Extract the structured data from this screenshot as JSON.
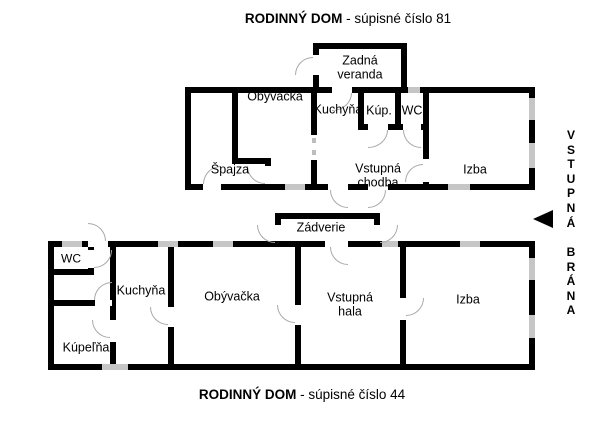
{
  "title_top": {
    "bold": "RODINNÝ DOM",
    "rest": " - súpisné číslo 81"
  },
  "title_bottom": {
    "bold": "RODINNÝ DOM",
    "rest": " - súpisné číslo 44"
  },
  "gate": {
    "line1": "V\nS\nT\nU\nP\nN\nÁ",
    "line2": "B\nR\nÁ\nN\nA"
  },
  "house81": {
    "rooms": {
      "veranda": "Zadná\nveranda",
      "obyvacka": "Obývačka",
      "spajza": "Špajza",
      "kuchyna": "Kuchyňa",
      "kupelna": "Kúp.",
      "wc": "WC",
      "chodba": "Vstupná\nchodba",
      "izba": "Izba"
    }
  },
  "house44": {
    "rooms": {
      "zadverie": "Zádverie",
      "wc": "WC",
      "kupelna": "Kúpeľňa",
      "kuchyna": "Kuchyňa",
      "obyvacka": "Obývačka",
      "hala": "Vstupná\nhala",
      "izba": "Izba"
    }
  },
  "colors": {
    "wall": "#000000",
    "window": "#c6c6c6",
    "door_arc": "#a9a9a9"
  }
}
